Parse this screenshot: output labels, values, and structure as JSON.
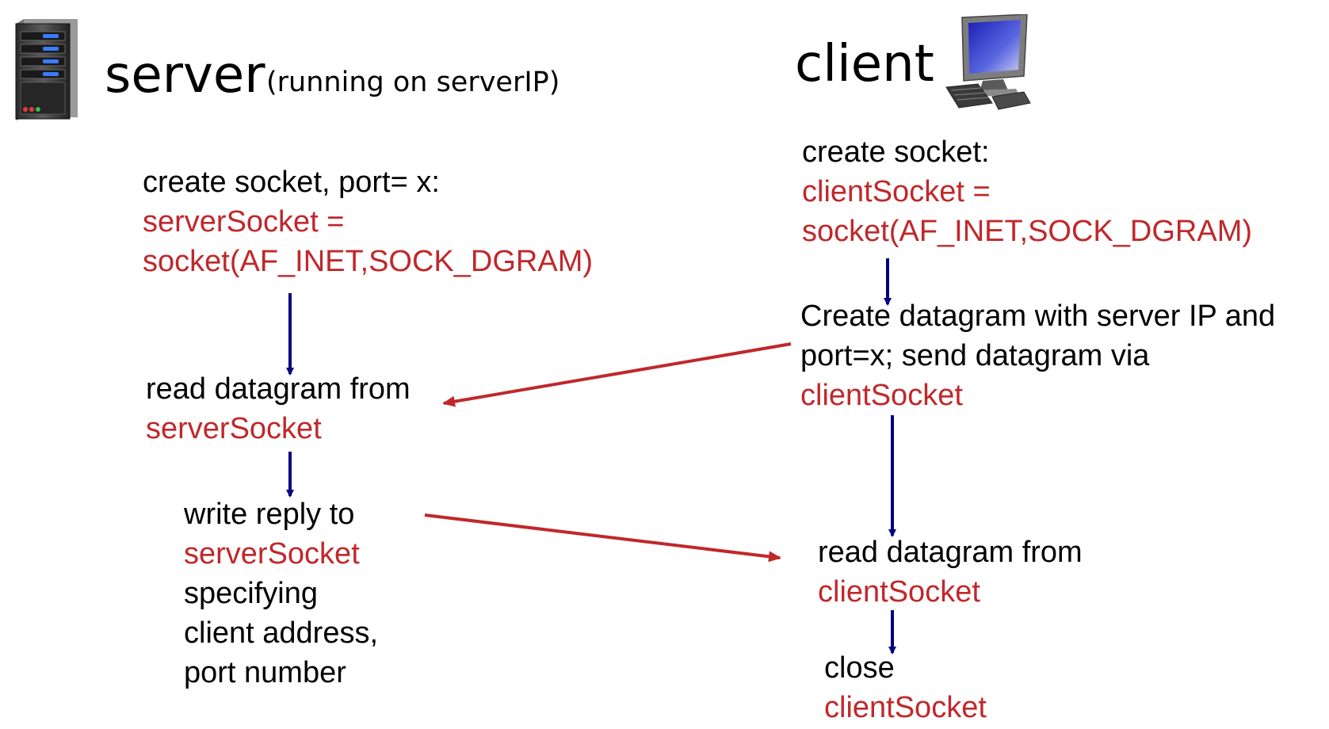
{
  "colors": {
    "code": "#C0282B",
    "text": "#000000",
    "flow_arrow": "#00007F",
    "message_arrow": "#C0282B"
  },
  "server": {
    "title": "server",
    "subtitle": "(running on serverIP)",
    "icon": "server-tower-icon",
    "steps": {
      "create": {
        "l1": "create socket, port= x:",
        "l2": "serverSocket =",
        "l3": "socket(AF_INET,SOCK_DGRAM)"
      },
      "read": {
        "l1": "read datagram from",
        "l2": "serverSocket"
      },
      "write": {
        "l1": "write reply to",
        "l2": "serverSocket",
        "l3": "specifying",
        "l4": "client address,",
        "l5": "port number"
      }
    }
  },
  "client": {
    "title": "client",
    "icon": "desktop-computer-icon",
    "steps": {
      "create": {
        "l1": "create socket:",
        "l2": "clientSocket =",
        "l3": "socket(AF_INET,SOCK_DGRAM)"
      },
      "send": {
        "l1": "Create datagram with server IP and",
        "l2": "port=x; send datagram via",
        "l3": "clientSocket"
      },
      "read": {
        "l1": "read datagram from",
        "l2": "clientSocket"
      },
      "close": {
        "l1": "close",
        "l2": "clientSocket"
      }
    }
  }
}
